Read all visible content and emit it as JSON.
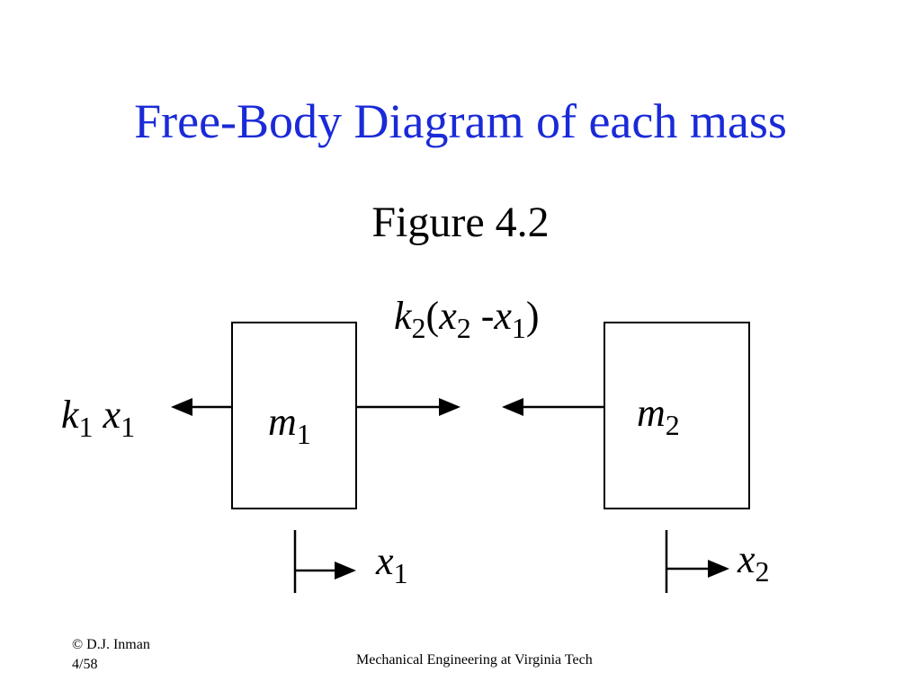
{
  "slide": {
    "title": "Free-Body Diagram of each mass",
    "figure_label": "Figure 4.2"
  },
  "diagram": {
    "spring_force_k2": {
      "k": "k",
      "k_sub": "2",
      "open": "(",
      "x2": "x",
      "x2_sub": "2",
      "minus": " -",
      "x1": "x",
      "x1_sub": "1",
      "close": ")"
    },
    "spring_force_k1": {
      "k": "k",
      "k_sub": "1",
      "x": "x",
      "x_sub": "1"
    },
    "mass1": {
      "m": "m",
      "m_sub": "1"
    },
    "mass2": {
      "m": "m",
      "m_sub": "2"
    },
    "disp1": {
      "x": "x",
      "x_sub": "1"
    },
    "disp2": {
      "x": "x",
      "x_sub": "2"
    }
  },
  "footer": {
    "copyright": "© D.J. Inman",
    "page": "4/58",
    "department": "Mechanical Engineering at Virginia Tech"
  }
}
